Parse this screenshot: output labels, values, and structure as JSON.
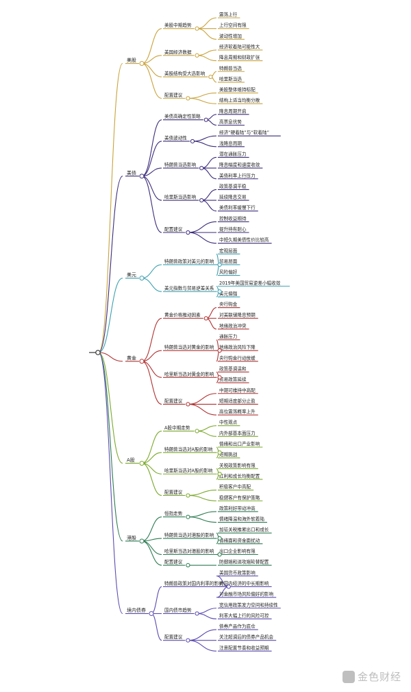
{
  "colors": [
    "#c9a23a",
    "#3a2a7a",
    "#3a9fb0",
    "#b03030",
    "#7aa82a",
    "#2a7a50",
    "#5a4ab0"
  ],
  "watermark": "金色财经",
  "tree": [
    {
      "label": "美股",
      "children": [
        {
          "label": "美股中期趋势",
          "children": [
            "震荡上行",
            "上行空间有限",
            "波动性增加"
          ]
        },
        {
          "label": "美国经济数据",
          "children": [
            "经济软着陆可能性大",
            "降息周期和财政扩张"
          ]
        },
        {
          "label": "美股结构受大选影响",
          "children": [
            "特朗普当选",
            "哈里斯当选"
          ]
        },
        {
          "label": "配置建议",
          "children": [
            "美股整体维持标配",
            "结构上适当均衡分散"
          ]
        }
      ]
    },
    {
      "label": "美债",
      "children": [
        {
          "label": "美债高确定性策略",
          "children": [
            "降息周期开启",
            "高票息优势"
          ]
        },
        {
          "label": "美债波动性",
          "children": [
            "经济“硬着陆”与“软着陆”",
            "浅降息周期"
          ]
        },
        {
          "label": "特朗普当选影响",
          "children": [
            "潜在通胀压力",
            "降息幅度和速度收敛",
            "美债利率上行压力"
          ]
        },
        {
          "label": "哈里斯当选影响",
          "children": [
            "政策基调平稳",
            "延续降息交易",
            "美债利率缓慢下行"
          ]
        },
        {
          "label": "配置建议",
          "children": [
            "控制收益期待",
            "提升持有耐心",
            "中短久期美债性价比较高"
          ]
        }
      ]
    },
    {
      "label": "美元",
      "children": [
        {
          "label": "特朗普政策对美元的影响",
          "children": [
            "宏观层面",
            "贸易层面",
            "风险偏好"
          ]
        },
        {
          "label": "美元指数与贸易逆差关系",
          "children": [
            "2019年美国贸易逆差小幅收敛",
            "美元偏强"
          ]
        }
      ]
    },
    {
      "label": "黄金",
      "children": [
        {
          "label": "黄金价格推动因素",
          "children": [
            "央行购金",
            "对美联储降息预期",
            "地缘政治冲突"
          ]
        },
        {
          "label": "特朗普当选对黄金的影响",
          "children": [
            "通胀压力",
            "地缘政治风险下降",
            "央行购金行动放缓"
          ]
        },
        {
          "label": "哈里斯当选对黄金的影响",
          "children": [
            "政策基调温和",
            "贸易政策延续"
          ]
        },
        {
          "label": "配置建议",
          "children": [
            "中期可维持中高配",
            "短期适度部分止盈",
            "高位震荡概率上升"
          ]
        }
      ]
    },
    {
      "label": "A股",
      "children": [
        {
          "label": "A股中期走势",
          "children": [
            "中性观点",
            "内外部基本面压力"
          ]
        },
        {
          "label": "特朗普当选对A股的影响",
          "children": [
            "情绪和出口产业影响",
            "短期挑战"
          ]
        },
        {
          "label": "哈里斯当选对A股的影响",
          "children": [
            "关税政策影响有限",
            "红利和成长均衡配置"
          ]
        },
        {
          "label": "配置建议",
          "children": [
            "积极客户中高配",
            "稳健客户有保护策略"
          ]
        }
      ]
    },
    {
      "label": "港股",
      "children": [
        {
          "label": "恒指走势",
          "children": [
            "政策利好带动冲高",
            "情绪降温和海外软着陆"
          ]
        },
        {
          "label": "特朗普当选对港股的影响",
          "children": [
            "加征关税推累出口和成长",
            "情绪面和资金面扰动"
          ]
        },
        {
          "label": "哈里斯当选对港股的影响",
          "children": [
            "出口企业影响有限"
          ]
        },
        {
          "label": "配置建议",
          "children": [
            "防御端和进攻端轮替配置"
          ]
        }
      ]
    },
    {
      "label": "境内债券",
      "children": [
        {
          "label": "特朗普政策对国内利率的影响",
          "children": [
            "美国货币政策影响",
            "对国内经济的中长期影响",
            "对金融市场风险偏好的影响"
          ]
        },
        {
          "label": "国内债市趋势",
          "children": [
            "宽信用政策发力空间和持续性",
            "利率大幅上行的风险可控"
          ]
        },
        {
          "label": "配置建议",
          "children": [
            "债券产品作为底仓",
            "关注超调后的债券产品机会",
            "注意配置节奏和收益预期"
          ]
        }
      ]
    }
  ]
}
